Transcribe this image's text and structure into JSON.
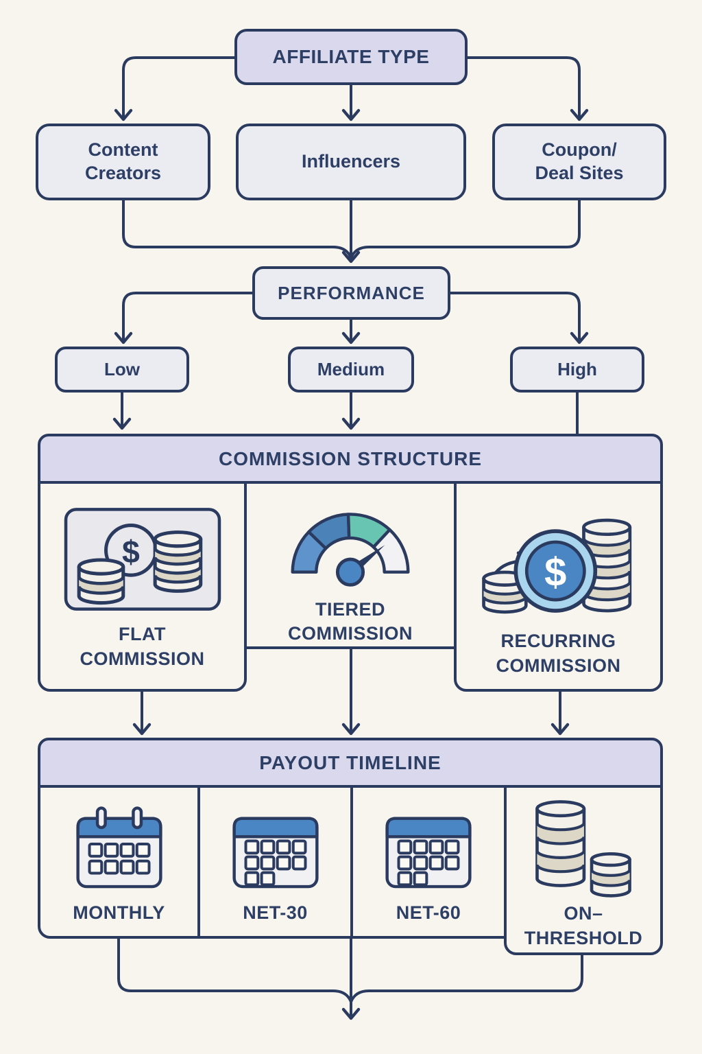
{
  "title_nodes": {
    "affiliate_type": "AFFILIATE TYPE",
    "performance": "PERFORMANCE",
    "commission_structure": "COMMISSION STRUCTURE",
    "payout_timeline": "PAYOUT TIMELINE"
  },
  "affiliate_types": [
    {
      "label": "Content\nCreators"
    },
    {
      "label": "Influencers"
    },
    {
      "label": "Coupon/\nDeal Sites"
    }
  ],
  "performance_levels": [
    {
      "label": "Low"
    },
    {
      "label": "Medium"
    },
    {
      "label": "High"
    }
  ],
  "commission_options": [
    {
      "label": "FLAT\nCOMMISSION",
      "icon": "coin-stacks-dollar-icon"
    },
    {
      "label": "TIERED\nCOMMISSION",
      "icon": "gauge-icon"
    },
    {
      "label": "RECURRING\nCOMMISSION",
      "icon": "recurring-dollar-coin-icon"
    }
  ],
  "payout_options": [
    {
      "label": "MONTHLY",
      "icon": "calendar-rings-icon"
    },
    {
      "label": "NET-30",
      "icon": "calendar-icon"
    },
    {
      "label": "NET-60",
      "icon": "calendar-icon"
    },
    {
      "label": "ON–\nTHRESHOLD",
      "icon": "coin-stacks-icon"
    }
  ],
  "colors": {
    "background": "#f8f5ee",
    "navy": "#2b3a5f",
    "header_fill": "#d9d8ec",
    "node_fill": "#ebebf2",
    "panel_fill": "#e9e8ec",
    "blue": "#4a86c4",
    "gauge_blue_light": "#5e93cb",
    "gauge_blue_dark": "#4b82b8",
    "teal": "#67c5b1",
    "gauge_white": "#f2f1f3",
    "light_blue_ring": "#a9d6ee",
    "coin_cream": "#f3f1ea",
    "coin_beige": "#dcd7c6",
    "cal_body": "#f1f0f2",
    "cal_square": "#fbf9f4"
  }
}
